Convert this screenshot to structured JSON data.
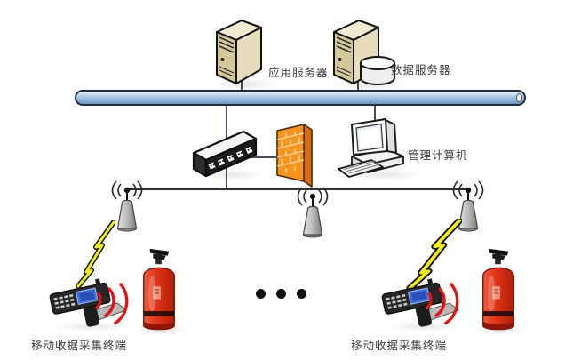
{
  "diagram": {
    "type": "network-topology",
    "nodes": {
      "app_server": {
        "label": "应用服务器",
        "icon": "tower-server-icon"
      },
      "data_server": {
        "label": "数据服务器",
        "icon": "tower-server-with-database-icon"
      },
      "management_computer": {
        "label": "管理计算机",
        "icon": "desktop-computer-icon"
      },
      "mobile_terminal_left": {
        "label": "移动收据采集终端",
        "icon": "handheld-terminal-icon"
      },
      "mobile_terminal_right": {
        "label": "移动收据采集终端",
        "icon": "handheld-terminal-icon"
      },
      "switch": {
        "icon": "network-switch-icon"
      },
      "firewall": {
        "icon": "firewall-brick-wall-icon"
      },
      "backbone": {
        "icon": "network-backbone-pipe"
      },
      "antennas": {
        "count": 3,
        "icon": "wireless-antenna-icon"
      },
      "extinguishers": {
        "count": 2,
        "icon": "fire-extinguisher-icon"
      },
      "wireless_links": {
        "count": 2,
        "icon": "lightning-bolt-icon"
      },
      "signal_waves": {
        "count": 2,
        "icon": "red-signal-waves-icon"
      },
      "ellipsis": {
        "count": 3,
        "icon": "three-dots"
      }
    },
    "colors": {
      "background": "#ffffff",
      "backbone_fill": "#93b5d6",
      "backbone_border": "#1f3046",
      "firewall_orange": "#f7941e",
      "lightning_yellow": "#f2ee12",
      "signal_red": "#e31313",
      "extinguisher_red": "#d92f16",
      "server_beige": "#ddd2a6",
      "label_text": "#3d3d3d"
    }
  }
}
